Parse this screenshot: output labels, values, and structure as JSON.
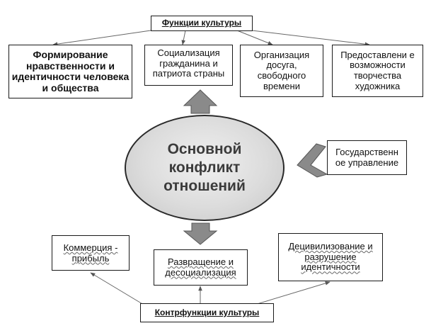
{
  "top_title": "Функции культуры",
  "functions": [
    {
      "id": "formation",
      "text": "Формирование нравственности и идентичности человека и общества"
    },
    {
      "id": "socialization",
      "text": "Социализация гражданина и патриота страны"
    },
    {
      "id": "leisure",
      "text": "Организация досуга, свободного времени"
    },
    {
      "id": "creativity",
      "text": "Предоставлени е возможности творчества художника"
    }
  ],
  "center": "Основной конфликт отношений",
  "government": "Государственн ое управление",
  "counter_functions": [
    {
      "id": "commerce",
      "text": "Коммерция - прибыль"
    },
    {
      "id": "corruption",
      "text": "Развращение и десоциализация"
    },
    {
      "id": "decivilization",
      "text": "Децивилизование и разрушение идентичности"
    }
  ],
  "bottom_title": "Контрфункции культуры",
  "colors": {
    "arrow_fill": "#8a8a8a",
    "arrow_stroke": "#555555",
    "ellipse_fill": "#dcdcdc",
    "text_center": "#3b3b3b"
  }
}
